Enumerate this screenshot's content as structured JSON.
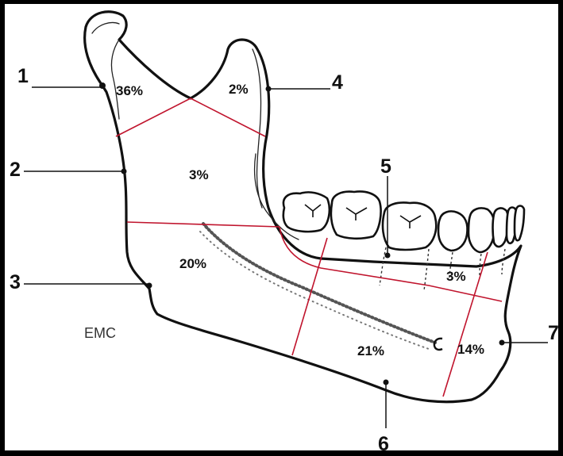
{
  "callouts": [
    {
      "label": "1"
    },
    {
      "label": "2"
    },
    {
      "label": "3"
    },
    {
      "label": "4"
    },
    {
      "label": "5"
    },
    {
      "label": "6"
    },
    {
      "label": "7"
    }
  ],
  "regions": [
    {
      "label": "36%"
    },
    {
      "label": "2%"
    },
    {
      "label": "3%"
    },
    {
      "label": "20%"
    },
    {
      "label": "21%"
    },
    {
      "label": "3%"
    },
    {
      "label": "14%"
    }
  ],
  "watermark": "EMC",
  "colors": {
    "background": "#000000",
    "panel": "#ffffff",
    "lines": "#111111",
    "region_boundaries": "#c0142d"
  }
}
